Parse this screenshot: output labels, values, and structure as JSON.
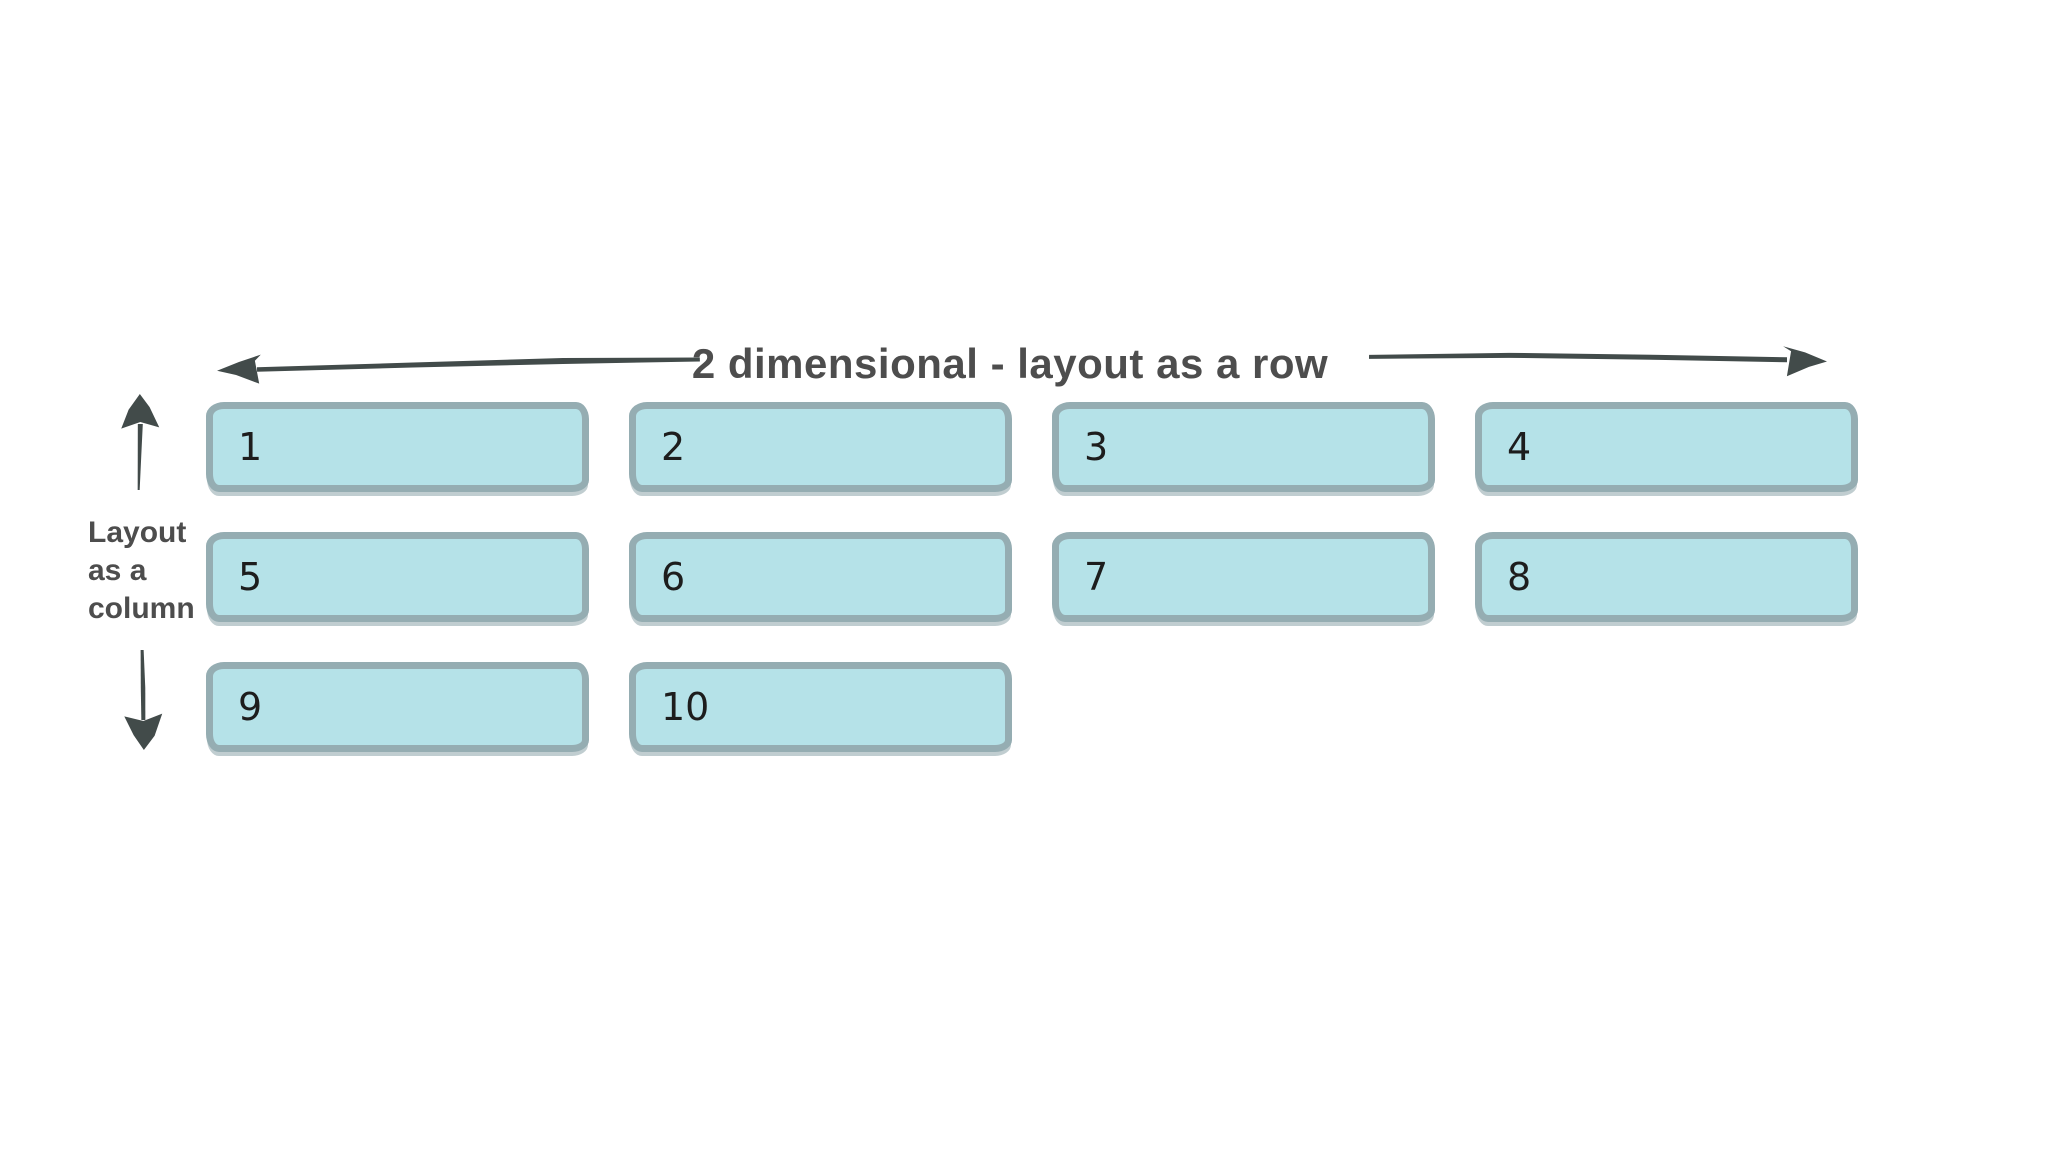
{
  "header": {
    "row_axis_label": "2 dimensional - layout as a row"
  },
  "side": {
    "column_axis_label_lines": [
      "Layout",
      "as a",
      "column"
    ]
  },
  "grid": {
    "boxes": [
      "1",
      "2",
      "3",
      "4",
      "5",
      "6",
      "7",
      "8",
      "9",
      "10"
    ]
  },
  "icons": {
    "top_left": "arrow-left-icon",
    "top_right": "arrow-right-icon",
    "side_top": "arrow-up-icon",
    "side_bottom": "arrow-down-icon"
  },
  "colors": {
    "background": "#ffffff",
    "box_fill": "#b5e2e8",
    "box_border": "#95adb2",
    "label_text": "#4d4d4d",
    "number_text": "#1d1d1d",
    "arrow": "#424b4a"
  }
}
